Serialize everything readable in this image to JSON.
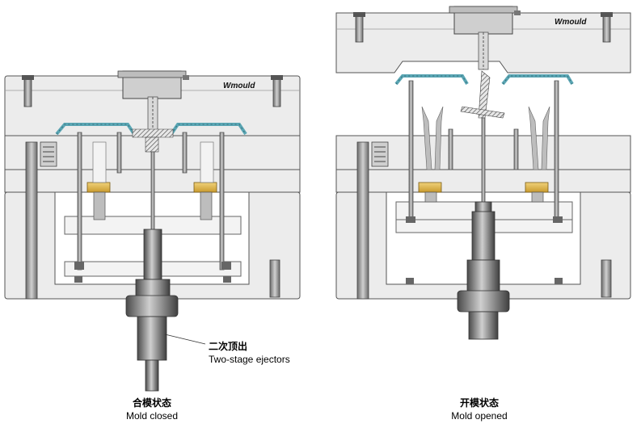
{
  "brand": "Wmould",
  "states": {
    "closed": {
      "zh": "合模状态",
      "en": "Mold closed"
    },
    "opened": {
      "zh": "开模状态",
      "en": "Mold opened"
    }
  },
  "callout": {
    "zh": "二次顶出",
    "en": "Two-stage ejectors"
  },
  "colors": {
    "plate": "#ececec",
    "outline": "#555555",
    "part": "#5aa6b4",
    "gold": "#d8b44a",
    "steel": "#9a9a9a"
  }
}
